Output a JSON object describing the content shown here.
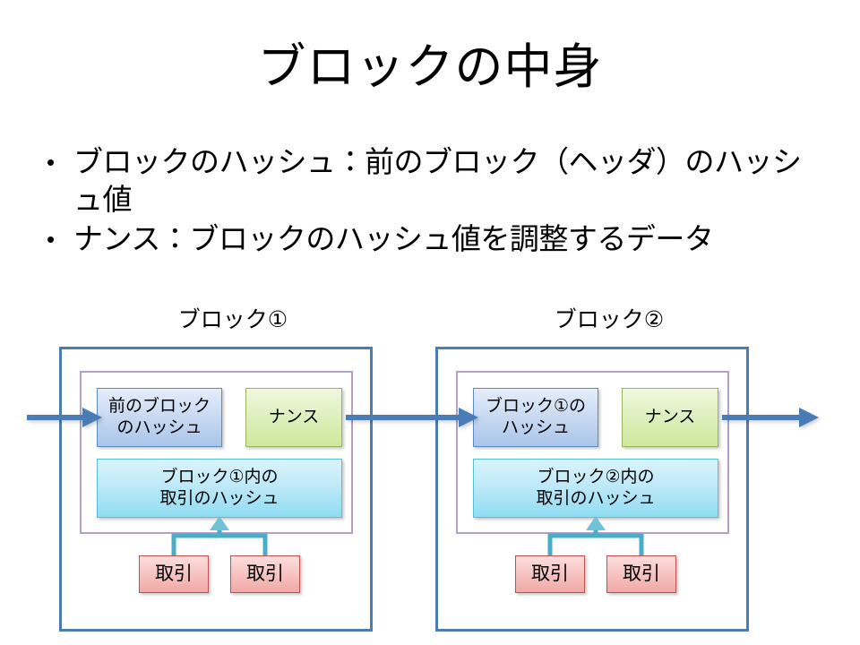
{
  "slide": {
    "title": "ブロックの中身",
    "bullets": [
      {
        "marker": "•",
        "text": "ブロックのハッシュ：前のブロック（ヘッダ）のハッシュ値"
      },
      {
        "marker": "•",
        "text": "ナンス：ブロックのハッシュ値を調整するデータ"
      }
    ]
  },
  "diagram": {
    "blocks": [
      {
        "caption": "ブロック①",
        "prev_hash_label": "前のブロック\nのハッシュ",
        "nonce_label": "ナンス",
        "tx_hash_label": "ブロック①内の\n取引のハッシュ",
        "transactions": [
          "取引",
          "取引"
        ]
      },
      {
        "caption": "ブロック②",
        "prev_hash_label": "ブロック①の\nハッシュ",
        "nonce_label": "ナンス",
        "tx_hash_label": "ブロック②内の\n取引のハッシュ",
        "transactions": [
          "取引",
          "取引"
        ]
      }
    ],
    "chain_arrows": [
      "chain-arrow-in",
      "chain-arrow-middle",
      "chain-arrow-out"
    ]
  },
  "colors": {
    "outer_border": "#4d7cb0",
    "inner_border": "#b3a0c6",
    "prev_hash_fill": "#bcd5ef",
    "nonce_fill": "#d9f0b2",
    "tx_hash_fill": "#a9e3f5",
    "tx_fill": "#f5bcba",
    "chain_arrow": "#4a7db5",
    "tx_connector": "#4aadc8",
    "text": "#000000",
    "background": "#ffffff"
  }
}
